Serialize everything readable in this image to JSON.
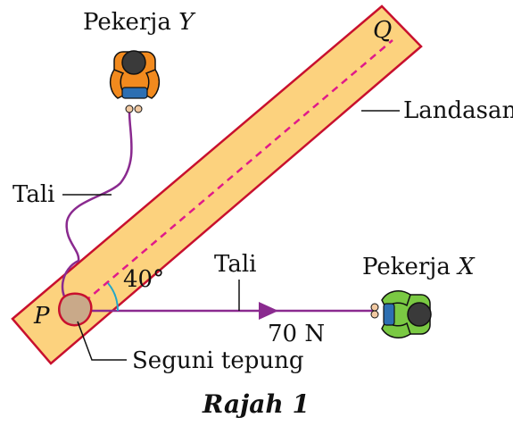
{
  "labels": {
    "worker_y_prefix": "Pekerja ",
    "worker_y_letter": "Y",
    "worker_x_prefix": "Pekerja ",
    "worker_x_letter": "X",
    "point_q": "Q",
    "point_p": "P",
    "ramp": "Landasan",
    "rope_top": "Tali",
    "rope_right": "Tali",
    "angle": "40°",
    "force": "70 N",
    "sack": "Seguni tepung",
    "caption": "Rajah 1"
  },
  "colors": {
    "ramp_fill": "#fcd27e",
    "ramp_stroke": "#c8102e",
    "rope": "#8a2a8f",
    "dashed_line": "#e0198a",
    "angle_arc": "#22a6c8",
    "sack_fill": "#c9a989",
    "sack_stroke": "#c8102e",
    "worker_y_shirt": "#f28a1e",
    "worker_x_shirt": "#7ac943",
    "hair": "#3a3a3a",
    "jeans": "#2d6fb2"
  },
  "icons": {
    "worker_y": "person-topview-icon",
    "worker_x": "person-topview-icon",
    "sack": "flour-sack-icon"
  }
}
